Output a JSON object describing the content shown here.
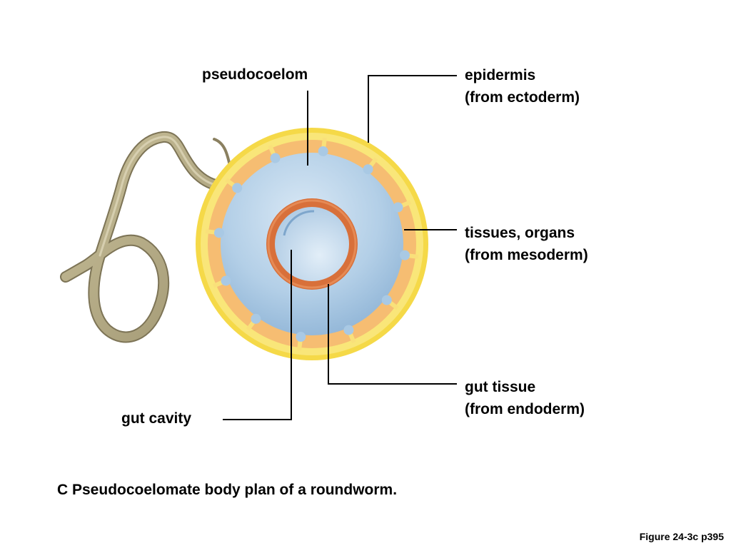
{
  "labels": {
    "pseudocoelom": "pseudocoelom",
    "epidermis": [
      "epidermis",
      "(from ectoderm)"
    ],
    "tissues": [
      "tissues, organs",
      "(from mesoderm)"
    ],
    "gut_tissue": [
      "gut tissue",
      "(from endoderm)"
    ],
    "gut_cavity": "gut cavity"
  },
  "caption": "C Pseudocoelomate body plan of a roundworm.",
  "figure_ref": "Figure 24-3c p395",
  "colors": {
    "epidermis": "#f8e46a",
    "mesoderm": "#f6bd72",
    "pseudocoelom": "#a9c9e4",
    "gut_tissue": "#d8703a",
    "gut_cavity": "#c9dff1",
    "worm": "#b5ab86",
    "leader_line": "#000000"
  }
}
